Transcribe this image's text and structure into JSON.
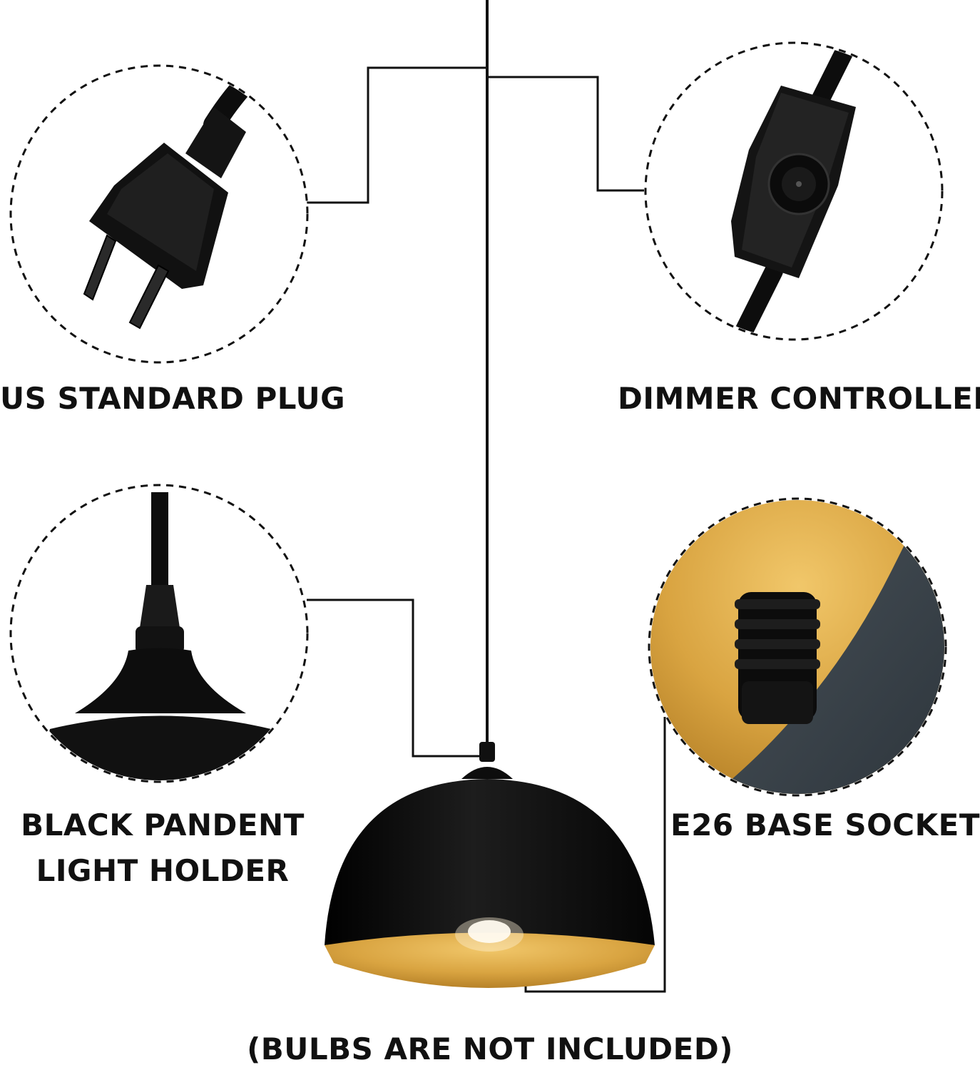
{
  "callouts": {
    "plug": {
      "label": "US STANDARD PLUG",
      "icon": "us-plug-icon"
    },
    "dimmer": {
      "label": "DIMMER CONTROLLER",
      "icon": "dimmer-switch-icon"
    },
    "holder": {
      "label_line1": "BLACK PANDENT",
      "label_line2": "LIGHT HOLDER",
      "icon": "pendant-holder-icon"
    },
    "socket": {
      "label": "E26 BASE SOCKET",
      "icon": "socket-icon"
    }
  },
  "product": {
    "icon": "dome-pendant-lamp-icon"
  },
  "note": "(BULBS ARE NOT INCLUDED)",
  "colors": {
    "black": "#0d0d0d",
    "gold": "#d9a441",
    "dark_gray": "#3c444b",
    "line": "#111111"
  }
}
